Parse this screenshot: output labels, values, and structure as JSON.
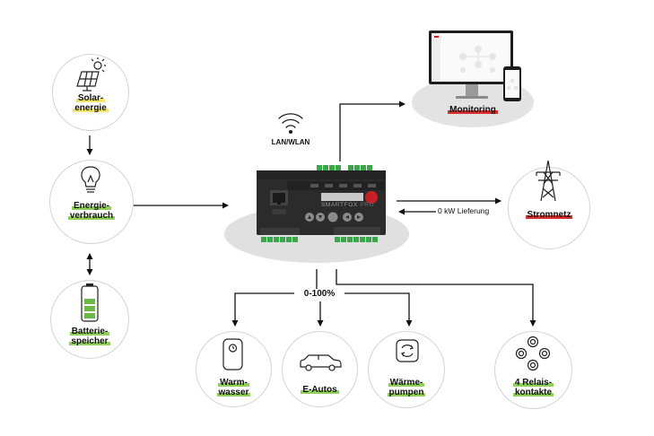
{
  "nodes": {
    "solar": {
      "line1": "Solar-",
      "line2": "energie"
    },
    "verbrauch": {
      "line1": "Energie-",
      "line2": "verbrauch"
    },
    "batterie": {
      "line1": "Batterie-",
      "line2": "speicher"
    },
    "monitoring": {
      "label": "Monitoring"
    },
    "stromnetz": {
      "label": "Stromnetz"
    },
    "warmwasser": {
      "line1": "Warm-",
      "line2": "wasser"
    },
    "eautos": {
      "label": "E-Autos"
    },
    "waermepumpen": {
      "line1": "Wärme-",
      "line2": "pumpen"
    },
    "relais": {
      "line1": "4 Relais-",
      "line2": "kontakte"
    }
  },
  "labels": {
    "wlan": "LAN/WLAN",
    "lieferung": "0 kW Lieferung",
    "percent": "0-100%"
  },
  "device": {
    "brand": "SMARTFOX",
    "model": "PRO"
  },
  "colors": {
    "highlight_yellow": "#f2e76a",
    "highlight_green": "#8fcf5a",
    "highlight_red": "#d9302c",
    "device_body": "#2b2b2b",
    "terminal_green": "#3aa84a",
    "device_button_red": "#c62026"
  },
  "icons": {
    "solar": "solar-panel-sun-icon",
    "verbrauch": "light-bulb-icon",
    "batterie": "battery-icon",
    "stromnetz": "power-pylon-icon",
    "warmwasser": "boiler-icon",
    "eautos": "car-icon",
    "waermepumpen": "heat-pump-icon",
    "relais": "relay-contacts-icon",
    "wlan": "wifi-icon"
  }
}
